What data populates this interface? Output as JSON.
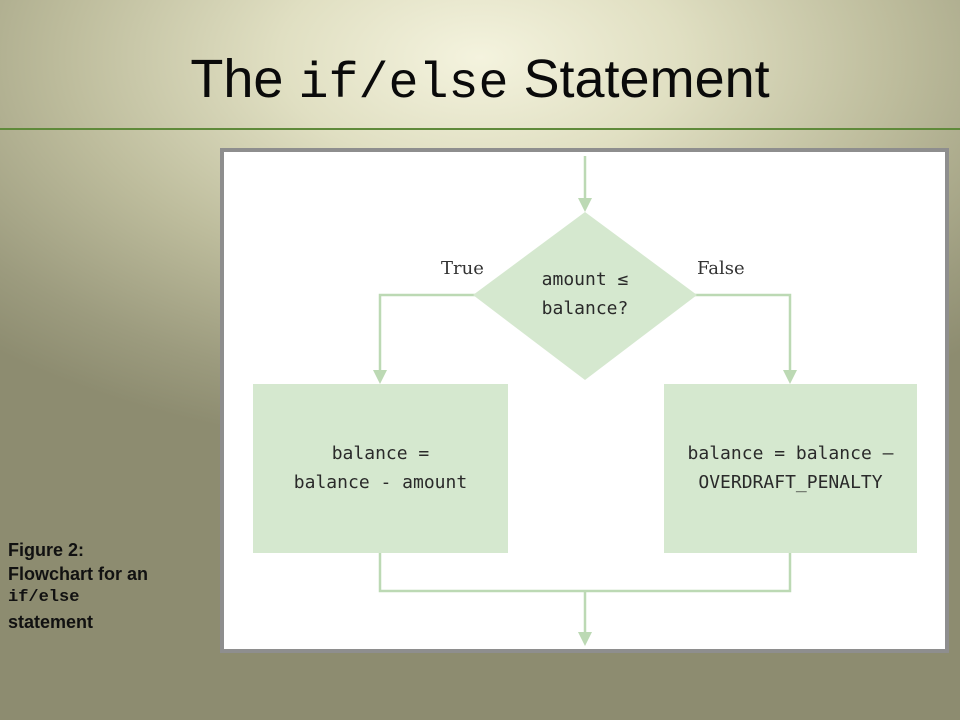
{
  "title": {
    "prefix": "The",
    "code": "if/else",
    "suffix": "Statement"
  },
  "flowchart": {
    "decision": {
      "line1": "amount ≤",
      "line2": "balance?"
    },
    "true_label": "True",
    "false_label": "False",
    "true_action": {
      "line1": "balance =",
      "line2": "balance - amount"
    },
    "false_action": {
      "line1": "balance = balance –",
      "line2": "OVERDRAFT_PENALTY"
    },
    "colors": {
      "node_fill": "#d5e8cf",
      "connector": "#bcd9b4"
    }
  },
  "caption": {
    "line1": "Figure 2:",
    "line2": "Flowchart for an",
    "code": "if/else",
    "line4": "statement"
  }
}
